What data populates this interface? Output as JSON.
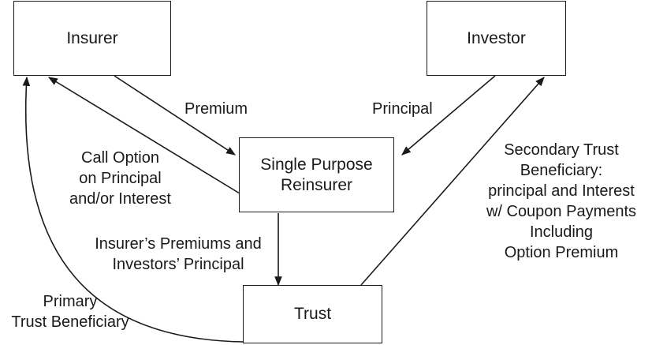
{
  "nodes": {
    "insurer": "Insurer",
    "investor": "Investor",
    "reinsurer": [
      "Single Purpose",
      "Reinsurer"
    ],
    "trust": "Trust"
  },
  "edges": {
    "premium": "Premium",
    "principal": "Principal",
    "call_option": [
      "Call Option",
      "on Principal",
      "and/or Interest"
    ],
    "to_trust": [
      "Insurer’s Premiums and",
      "Investors’ Principal"
    ],
    "secondary": [
      "Secondary Trust",
      "Beneficiary:",
      "principal and Interest",
      "w/ Coupon Payments",
      "Including",
      "Option Premium"
    ],
    "primary": [
      "Primary",
      "Trust Beneficiary"
    ]
  }
}
